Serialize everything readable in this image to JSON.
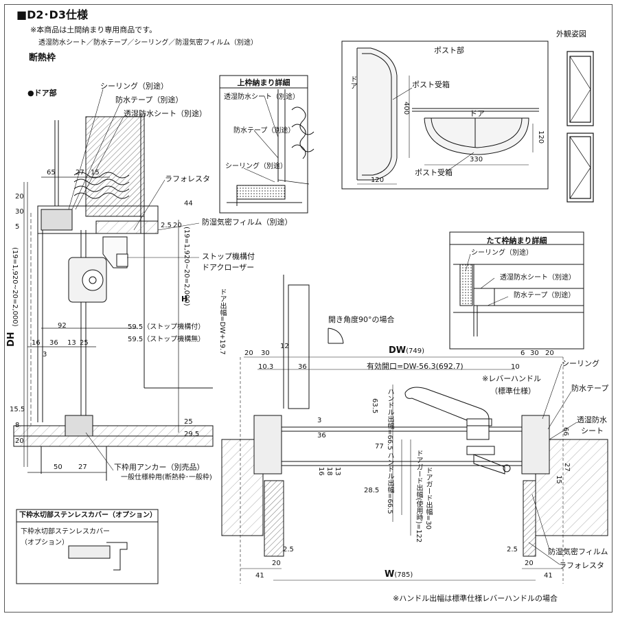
{
  "header": {
    "title": "■D2･D3仕様",
    "note": "※本商品は土間納まり専用商品です。",
    "materials": "透湿防水シート／防水テープ／シーリング／防湿気密フィルム（別途）",
    "section": "断熱枠"
  },
  "door_section": {
    "label": "●ドア部",
    "sealing": "シーリング（別途）",
    "tape": "防水テープ（別途）",
    "sheet": "透湿防水シート（別途）",
    "lafo": "ラフォレスタ",
    "film": "防湿気密フィルム（別途）",
    "closer1": "ストップ機構付",
    "closer2": "ドアクローザー",
    "stop_with": "59.5（ストップ機構付）",
    "stop_without": "59.5（ストップ機構無）",
    "anchor": "下枠用アンカー（別売品）",
    "anchor2": "一般仕様枠用(断熱枠･一般枠)",
    "dh": "DH",
    "dh_range": "(19=1,920∼20=2,000)",
    "h": "H",
    "h_range": "(19=1,920∼20=2,000)",
    "dims": [
      "65",
      "27",
      "15",
      "20",
      "30",
      "5",
      "44",
      "2.5",
      "20",
      "92",
      "16",
      "36",
      "13",
      "25",
      "3",
      "15.5",
      "8",
      "20",
      "25",
      "29.5",
      "50",
      "27"
    ]
  },
  "top_detail": {
    "title": "上枠納まり詳細",
    "sheet": "透湿防水シート（別途）",
    "tape": "防水テープ（別途）",
    "sealing": "シーリング（別途）"
  },
  "post": {
    "title": "ポスト部",
    "door": "ドア",
    "receiver1": "ポスト受箱",
    "door2": "ドア",
    "receiver2": "ポスト受箱",
    "dims": [
      "400",
      "120",
      "330",
      "120"
    ]
  },
  "exterior": {
    "title": "外観姿図"
  },
  "side_detail": {
    "title": "たて枠納まり詳細",
    "sealing": "シーリング（別途）",
    "sheet": "透湿防水シート（別途）",
    "tape": "防水テープ（別途）"
  },
  "plan": {
    "angle": "開き角度90°の場合",
    "door_width_label": "ドア出幅=DW+19.7",
    "dw": "DW",
    "dw_val": "(749)",
    "opening": "有効開口=DW-56.3(692.7)",
    "lever1": "※レバーハンドル",
    "lever2": "（標準仕様）",
    "handle_width1": "ハンドル出幅=66.5",
    "handle_width2": "ハンドル出幅=66.5",
    "guard_use": "ドアガード出幅(使用時)=122",
    "guard": "ドアガード出幅=30",
    "sealing": "シーリング",
    "tape": "防水テープ",
    "sheet1": "透湿防水",
    "sheet2": "シート",
    "film": "防湿気密フィルム",
    "lafo": "ラフォレスタ",
    "w": "W",
    "w_val": "(785)",
    "note": "※ハンドル出幅は標準仕様レバーハンドルの場合",
    "dims": [
      "20",
      "30",
      "10.3",
      "36",
      "12",
      "6",
      "30",
      "20",
      "10",
      "63.5",
      "3",
      "36",
      "77",
      "16",
      "18",
      "13",
      "28.5",
      "66",
      "15",
      "27",
      "2.5",
      "20",
      "41",
      "2.5",
      "20",
      "41"
    ]
  },
  "sill_cover": {
    "title": "下枠水切部ステンレスカバー（オプション）",
    "label1": "下枠水切部ステンレスカバー",
    "label2": "（オプション）"
  }
}
